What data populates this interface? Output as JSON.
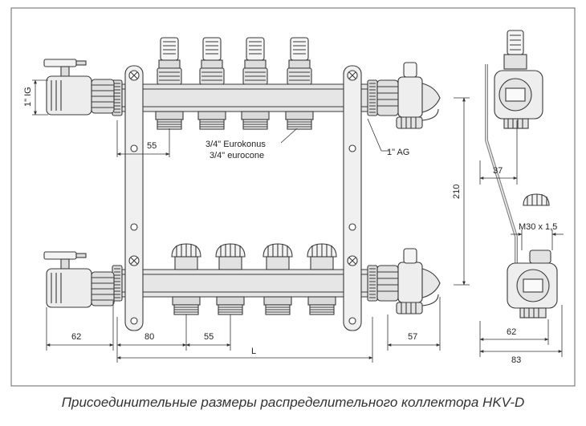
{
  "caption": "Присоединительные размеры распределительного коллектора HKV-D",
  "labels": {
    "ig_thread": "1\" IG",
    "ag_thread": "1\" AG",
    "eurokonus": "3/4\" Eurokonus",
    "eurocone": "3/4\" eurocone",
    "m30": "M30 x 1,5"
  },
  "dimensions": {
    "d55_top": "55",
    "d62_left": "62",
    "d80": "80",
    "d55_bottom": "55",
    "d_L": "L",
    "d57": "57",
    "d210": "210",
    "d37": "37",
    "d62_right": "62",
    "d83": "83"
  },
  "colors": {
    "line": "#3a3a3a",
    "metal": "#e8e8e8",
    "dark": "#555555"
  }
}
